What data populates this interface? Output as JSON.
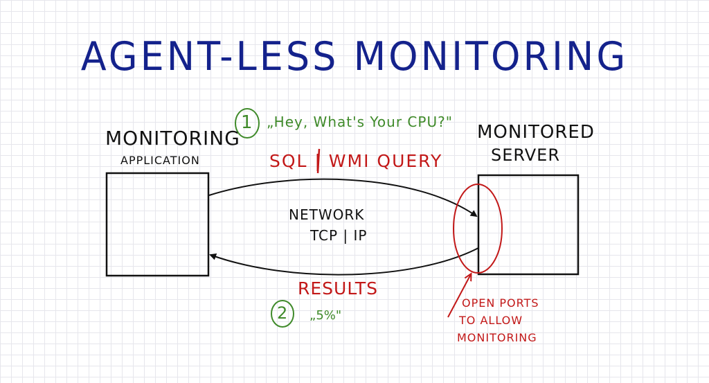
{
  "title": "AGENT-LESS MONITORING",
  "monitoring_app": {
    "label_line1": "MONITORING",
    "label_line2": "APPLICATION"
  },
  "monitored_server": {
    "label_line1": "MONITORED",
    "label_line2": "SERVER"
  },
  "network": {
    "line1": "NETWORK",
    "line2": "TCP | IP"
  },
  "request": {
    "step": "1",
    "quote": "„Hey, What's Your CPU?\"",
    "method": "SQL | WMI QUERY"
  },
  "response": {
    "label": "RESULTS",
    "step": "2",
    "quote": "„5%\""
  },
  "ports_note": {
    "line1": "OPEN PORTS",
    "line2": "TO ALLOW",
    "line3": "MONITORING"
  },
  "colors": {
    "title": "#14228c",
    "ink": "#111111",
    "request": "#3f8a2a",
    "annotation": "#c21818",
    "grid": "#e6e6ec"
  }
}
